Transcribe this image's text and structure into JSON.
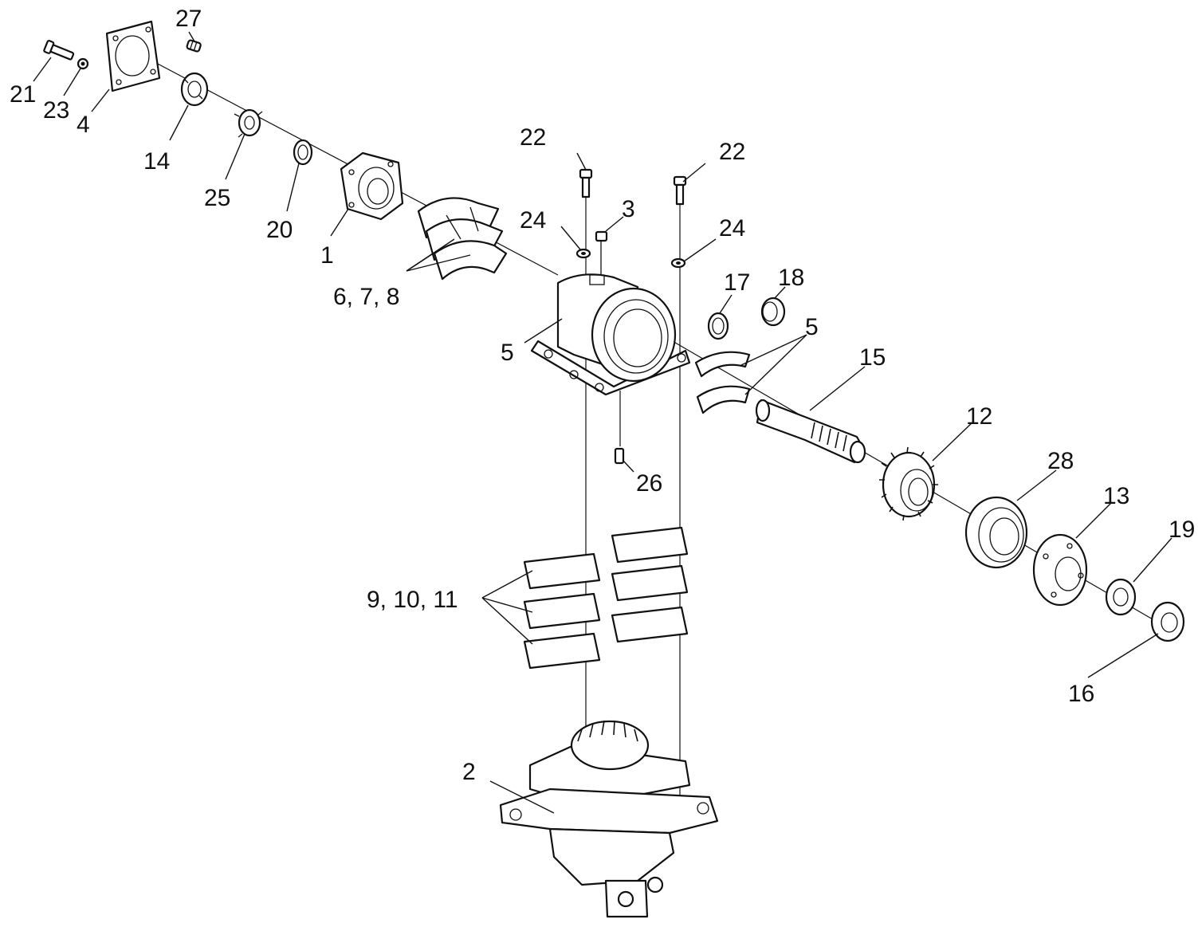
{
  "diagram": {
    "labels": {
      "p1": "1",
      "p2": "2",
      "p3": "3",
      "p4": "4",
      "p5a": "5",
      "p5b": "5",
      "p678": "6, 7, 8",
      "p91011": "9, 10, 11",
      "p12": "12",
      "p13": "13",
      "p14": "14",
      "p15": "15",
      "p16": "16",
      "p17": "17",
      "p18": "18",
      "p19": "19",
      "p20": "20",
      "p21": "21",
      "p22a": "22",
      "p22b": "22",
      "p23": "23",
      "p24a": "24",
      "p24b": "24",
      "p25": "25",
      "p26": "26",
      "p27": "27",
      "p28": "28"
    }
  }
}
